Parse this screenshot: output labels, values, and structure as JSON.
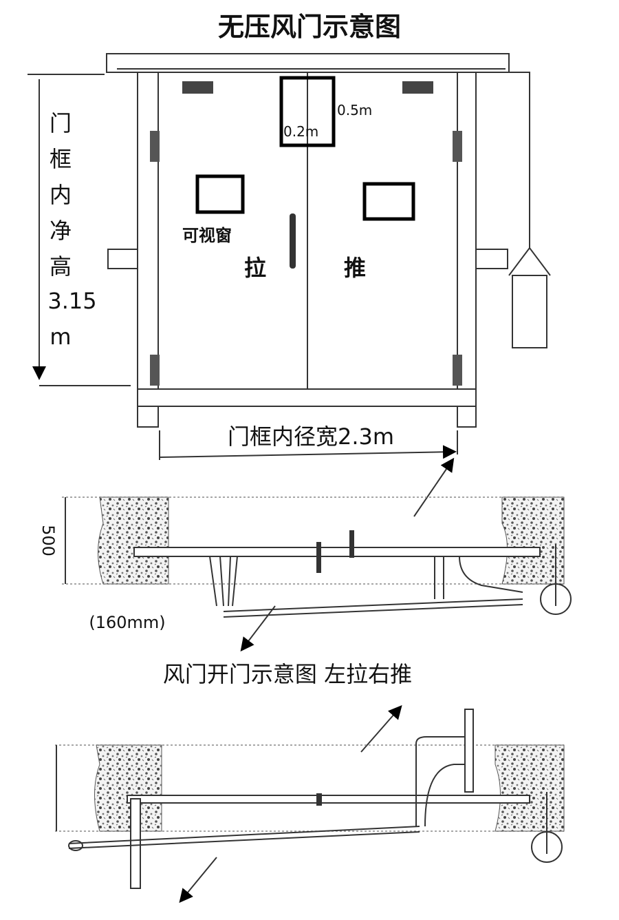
{
  "title": "无压风门示意图",
  "front_view": {
    "height_label_chars": [
      "门",
      "框",
      "内",
      "净",
      "高",
      "3.15",
      "m"
    ],
    "top_box_width": "0.5m",
    "top_box_height": "0.2m",
    "window_label": "可视窗",
    "left_door_label": "拉",
    "right_door_label": "推",
    "width_label": "门框内径宽2.3m"
  },
  "plan_view_1": {
    "wall_dim": "500",
    "gap_dim": "(160mm)"
  },
  "caption": "风门开门示意图 左拉右推"
}
